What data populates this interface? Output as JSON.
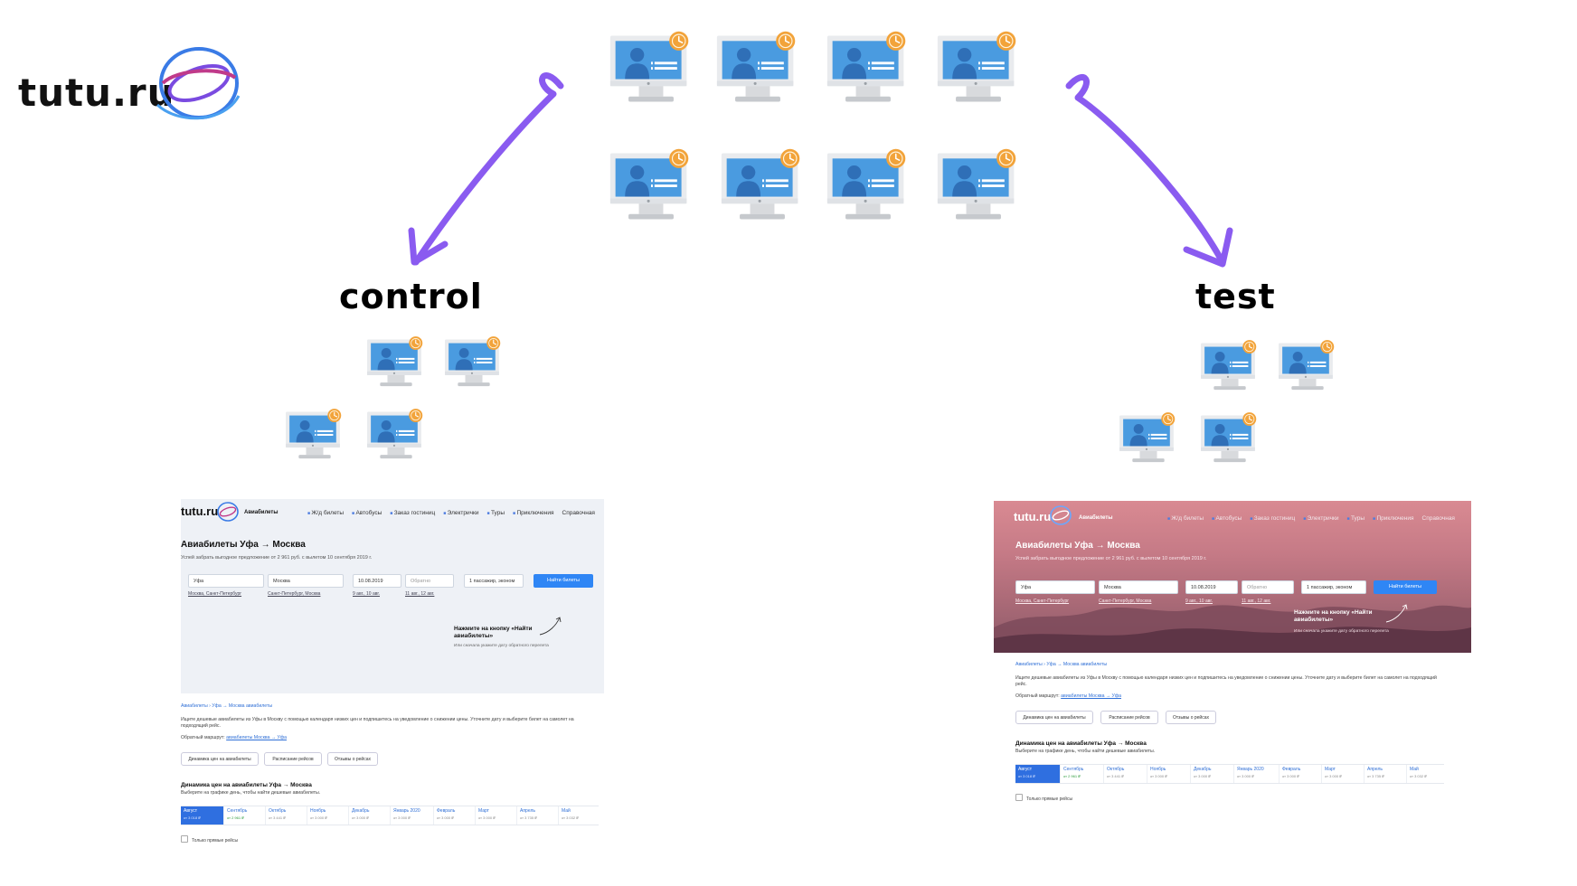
{
  "brand": {
    "name": "tutu.ru"
  },
  "groups": {
    "control_label": "control",
    "test_label": "test"
  },
  "icons": {
    "computer": "computer-user-clock-icon",
    "arrow": "curved-arrow-icon"
  },
  "colors": {
    "arrow": "#8a5bf0",
    "screen": "#4a9be0",
    "clock": "#f2a33a",
    "test_sky_top": "#d27b86",
    "test_sky_bottom": "#8a4c5c"
  },
  "mini_page": {
    "logo": "tutu.ru",
    "section": "Авиабилеты",
    "nav": [
      "Ж/д билеты",
      "Автобусы",
      "Заказ гостиниц",
      "Электрички",
      "Туры",
      "Приключения",
      "Справочная"
    ],
    "title": "Авиабилеты Уфа → Москва",
    "subtitle": "Успей забрать выгодное предложение от 2 961 руб. с вылетом 10 сентября 2019 г.",
    "from": "Уфа",
    "to": "Москва",
    "date": "10.08.2019",
    "back_placeholder": "Обратно",
    "passengers": "1 пассажир, эконом",
    "search_button": "Найти билеты",
    "from_hints": "Москва, Санкт-Петербург",
    "to_hints": "Санкт-Петербург, Москва",
    "date_hints": "9 авг., 10 авг.",
    "back_hints": "11 авг., 12 авг.",
    "note_title": "Нажмите на кнопку «Найти авиабилеты»",
    "note_sub": "Или сначала укажите дату обратного перелета",
    "breadcrumb": "Авиабилеты › Уфа → Москва авиабилеты",
    "body_text": "Ищите дешевые авиабилеты из Уфы в Москву с помощью календаря низких цен и подпишитесь на уведомление о снижении цены. Уточните дату и выберите билет на самолет на подходящий рейс.",
    "return_label": "Обратный маршрут:",
    "return_link": "авиабилеты Москва → Уфа",
    "tabs": [
      "Динамика цен на авиабилеты",
      "Расписание рейсов",
      "Отзывы о рейсах"
    ],
    "dynamics_title": "Динамика цен на авиабилеты Уфа → Москва",
    "dynamics_sub": "Выберите на графике день, чтобы найти дешевые авиабилеты.",
    "months": [
      {
        "name": "Август",
        "price": "от 3 018 ₽"
      },
      {
        "name": "Сентябрь",
        "price": "от 2 961 ₽"
      },
      {
        "name": "Октябрь",
        "price": "от 3 441 ₽"
      },
      {
        "name": "Ноябрь",
        "price": "от 3 000 ₽"
      },
      {
        "name": "Декабрь",
        "price": "от 3 000 ₽"
      },
      {
        "name": "Январь 2020",
        "price": "от 3 000 ₽"
      },
      {
        "name": "Февраль",
        "price": "от 3 000 ₽"
      },
      {
        "name": "Март",
        "price": "от 3 000 ₽"
      },
      {
        "name": "Апрель",
        "price": "от 3 735 ₽"
      },
      {
        "name": "Май",
        "price": "от 3 032 ₽"
      }
    ],
    "direct_only": "Только прямые рейсы"
  }
}
